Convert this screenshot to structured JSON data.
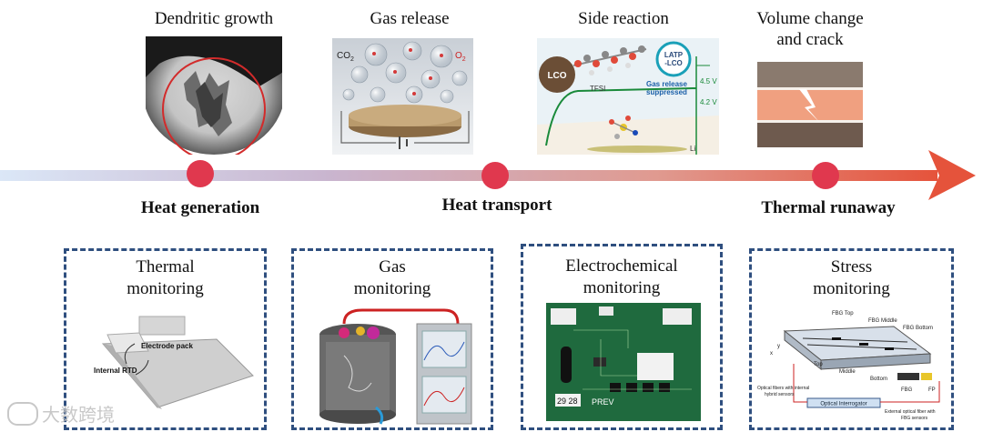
{
  "top_titles": {
    "dendritic": "Dendritic growth",
    "gas_release": "Gas release",
    "side_reaction": "Side reaction",
    "volume_line1": "Volume change",
    "volume_line2": "and crack"
  },
  "gas_labels": {
    "co2": "CO",
    "co2_sub": "2",
    "o2": "O",
    "o2_sub": "2"
  },
  "side_labels": {
    "lco": "LCO",
    "latp_line1": "LATP",
    "latp_line2": "-LCO",
    "tfsi": "TFSI",
    "gas1": "Gas release",
    "gas2": "suppressed",
    "v45": "4.5 V",
    "v42": "4.2 V",
    "li": "Li"
  },
  "stages": {
    "generation": "Heat generation",
    "transport": "Heat transport",
    "runaway": "Thermal runaway"
  },
  "monitoring": [
    {
      "line1": "Thermal",
      "line2": "monitoring"
    },
    {
      "line1": "Gas",
      "line2": "monitoring"
    },
    {
      "line1": "Electrochemical",
      "line2": "monitoring"
    },
    {
      "line1": "Stress",
      "line2": "monitoring"
    }
  ],
  "thermal_labels": {
    "electrode": "Electrode pack",
    "rtd": "Internal RTD"
  },
  "stress_labels": {
    "fbg_top": "FBG Top",
    "fbg_middle": "FBG Middle",
    "fbg_bottom": "FBG Bottom",
    "top": "Top",
    "middle": "Middle",
    "bottom": "Bottom",
    "fbg": "FBG",
    "fp": "FP",
    "interrogator": "Optical Interrogator",
    "left_note1": "Optical fibers with internal",
    "left_note2": "hybrid sensors",
    "right_note1": "External optical fiber with",
    "right_note2": "FBG sensors"
  },
  "board_labels": {
    "prev": "PREV",
    "code": "29 28"
  },
  "watermark": "大数跨境",
  "colors": {
    "box_border": "#2f4f7f",
    "dot": "#e0384e",
    "arrow_end": "#e5533b"
  }
}
